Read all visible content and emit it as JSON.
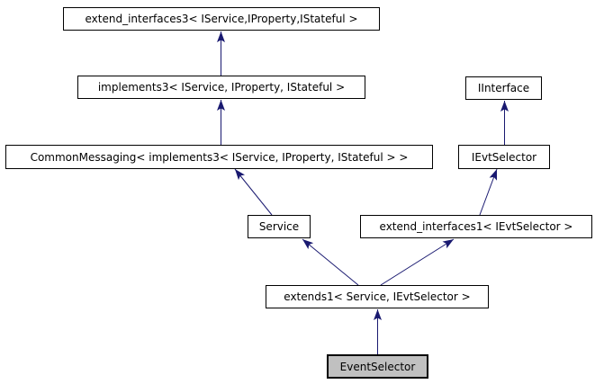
{
  "diagram": {
    "type": "class-inheritance-graph",
    "background": "#ffffff",
    "arrow_color": "#191970",
    "node_border_color": "#000000",
    "node_fill": "#ffffff",
    "highlight_fill": "#c0c0c0",
    "nodes": {
      "extend_interfaces3": {
        "label": "extend_interfaces3< IService,IProperty,IStateful >",
        "highlighted": false
      },
      "implements3": {
        "label": "implements3< IService, IProperty, IStateful >",
        "highlighted": false
      },
      "iinterface": {
        "label": "IInterface",
        "highlighted": false
      },
      "common_messaging": {
        "label": "CommonMessaging< implements3< IService, IProperty, IStateful > >",
        "highlighted": false
      },
      "ievtselector": {
        "label": "IEvtSelector",
        "highlighted": false
      },
      "service": {
        "label": "Service",
        "highlighted": false
      },
      "extend_interfaces1": {
        "label": "extend_interfaces1< IEvtSelector >",
        "highlighted": false
      },
      "extends1": {
        "label": "extends1< Service, IEvtSelector >",
        "highlighted": false
      },
      "event_selector": {
        "label": "EventSelector",
        "highlighted": true
      }
    },
    "edges": [
      {
        "from": "implements3",
        "to": "extend_interfaces3"
      },
      {
        "from": "common_messaging",
        "to": "implements3"
      },
      {
        "from": "service",
        "to": "common_messaging"
      },
      {
        "from": "ievtselector",
        "to": "iinterface"
      },
      {
        "from": "extend_interfaces1",
        "to": "ievtselector"
      },
      {
        "from": "extends1",
        "to": "service"
      },
      {
        "from": "extends1",
        "to": "extend_interfaces1"
      },
      {
        "from": "event_selector",
        "to": "extends1"
      }
    ]
  }
}
